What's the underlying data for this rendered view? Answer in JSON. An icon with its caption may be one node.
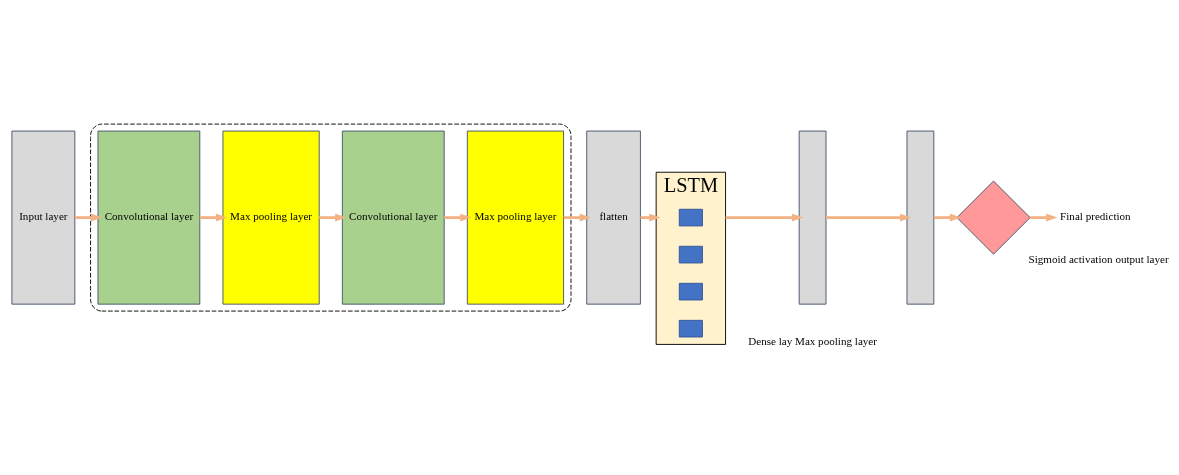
{
  "diagram": {
    "nodes": [
      {
        "text": [
          "Input layer"
        ]
      },
      {
        "text": [],
        "shape": "box"
      },
      {
        "text": [
          "Convolutional layer"
        ],
        "in": 1
      },
      {
        "text": [
          "Max pooling layer"
        ],
        "in": 1
      },
      {
        "text": [
          "Convolutional layer"
        ],
        "in": 1
      },
      {
        "text": [
          "Max pooling layer"
        ],
        "in": 1
      },
      {
        "text": [
          "flatten"
        ]
      },
      {
        "text": [
          "LSTM"
        ]
      },
      {
        "text": [],
        "shape": "box",
        "in": 7
      },
      {
        "text": [],
        "shape": "box",
        "in": 7
      },
      {
        "text": [],
        "shape": "box",
        "in": 7
      },
      {
        "text": [],
        "shape": "box",
        "in": 7
      },
      {
        "text": [],
        "shape": "bar"
      },
      {
        "text": [],
        "shape": "bar"
      },
      {
        "text": [],
        "shape": "diamond",
        "beside": [
          "Sigmoid activation output layer"
        ]
      },
      {
        "text": [
          "Final prediction"
        ]
      }
    ],
    "edges": [
      {
        "from": 0,
        "to": 2,
        "arrow": "to"
      },
      {
        "from": 2,
        "to": 3,
        "arrow": "to"
      },
      {
        "from": 3,
        "to": 4,
        "arrow": "to"
      },
      {
        "from": 4,
        "to": 5,
        "arrow": "to"
      },
      {
        "from": 5,
        "to": 6,
        "arrow": "to"
      },
      {
        "from": 6,
        "to": 7,
        "arrow": "to"
      },
      {
        "from": 7,
        "to": 12,
        "arrow": "to"
      },
      {
        "from": 12,
        "to": 13,
        "arrow": "to"
      },
      {
        "from": 13,
        "to": 14,
        "arrow": "to"
      },
      {
        "from": 14,
        "to": 15,
        "arrow": "to"
      }
    ],
    "labels": [
      "Dense lay Max pooling layer"
    ]
  }
}
